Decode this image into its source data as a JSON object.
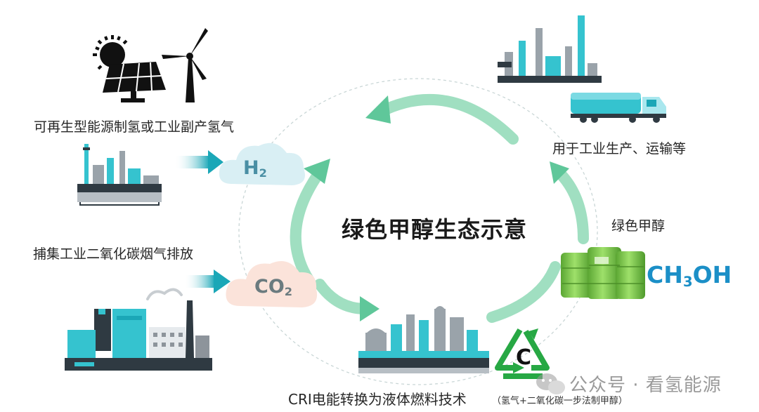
{
  "diagram": {
    "center_title": "绿色甲醇生态示意",
    "renewable_label": "可再生型能源制氢或工业副产氢气",
    "capture_label": "捕集工业二氧化碳烟气排放",
    "usage_label": "用于工业生产、运输等",
    "green_methanol_label": "绿色甲醇",
    "h2_text": "H",
    "h2_sub": "2",
    "co2_text": "CO",
    "co2_sub": "2",
    "ch3oh_pre": "CH",
    "ch3oh_sub": "3",
    "ch3oh_post": "OH",
    "tech_label": "CRI电能转换为液体燃料技术",
    "tech_note": "（氢气+二氧化碳一步法制甲醇）",
    "recycle_letter": "C"
  },
  "watermark": {
    "text": "公众号 · 看氢能源"
  },
  "colors": {
    "teal": "#35c3cf",
    "teal_dark": "#1ba7b7",
    "arrow_green": "#8fd9b6",
    "arrow_green_dark": "#5fc79a",
    "h2_cloud": "#d9eff4",
    "co2_cloud": "#fbe3da",
    "drum_green": "#7ac943",
    "recycle_green": "#27a844",
    "ch3oh_blue": "#1b8fc7",
    "factory_gray": "#8d949b",
    "factory_dark": "#2f3a42"
  },
  "icons": [
    "sun-icon",
    "solar-panel-icon",
    "wind-turbine-icon",
    "factory-icon",
    "tanker-truck-icon",
    "chemical-drum-icon",
    "recycle-icon",
    "wechat-icon"
  ]
}
